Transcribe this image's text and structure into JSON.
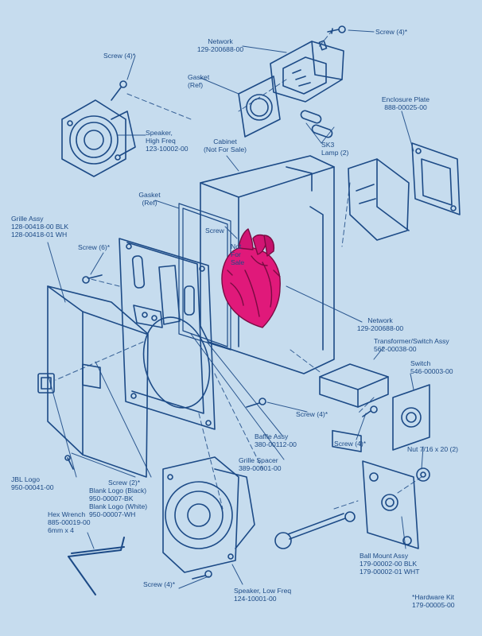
{
  "colors": {
    "background": "#c6dcee",
    "ink": "#1c4a86",
    "heart": "#e0197a",
    "heart_shadow": "#8c0f4e"
  },
  "labels": {
    "screw_top_right": [
      "Screw (4)*"
    ],
    "network_top": [
      "Network",
      "129-200688-00"
    ],
    "screw_top_left": [
      "Screw (4)*"
    ],
    "gasket_top": [
      "Gasket",
      "(Ref)"
    ],
    "enclosure_plate": [
      "Enclosure Plate",
      "888-00025-00"
    ],
    "speaker_high": [
      "Speaker,",
      "High Freq",
      "123-10002-00"
    ],
    "cabinet": [
      "Cabinet",
      "(Not For Sale)"
    ],
    "sk3_lamp": [
      "SK3",
      "Lamp (2)"
    ],
    "gasket_left": [
      "Gasket",
      "(Ref)"
    ],
    "grille_assy": [
      "Grille Assy",
      "128-00418-00 BLK",
      "128-00418-01 WH"
    ],
    "screw_cabinet": [
      "Screw"
    ],
    "screw_6": [
      "Screw (6)*"
    ],
    "not_for_sale": [
      "Not",
      "For",
      "Sale"
    ],
    "network_mid": [
      "Network",
      "129-200688-00"
    ],
    "transformer": [
      "Transformer/Switch Assy",
      "562-00038-00"
    ],
    "switch": [
      "Switch",
      "546-00003-00"
    ],
    "screw_mid": [
      "Screw (4)*"
    ],
    "screw_switch": [
      "Screw (4)*"
    ],
    "baffle": [
      "Baffle Assy",
      "380-00112-00"
    ],
    "grille_spacer": [
      "Grille Spacer",
      "389-00001-00"
    ],
    "nut": [
      "Nut 7/16 x 20 (2)"
    ],
    "jbl_logo": [
      "JBL Logo",
      "950-00041-00"
    ],
    "screw_2": [
      "Screw (2)*"
    ],
    "blank_logo": [
      "Blank Logo (Black)",
      "950-00007-BK",
      "Blank Logo (White)",
      "950-00007-WH"
    ],
    "hex_wrench": [
      "Hex Wrench",
      "885-00019-00",
      "6mm x 4"
    ],
    "ball_mount": [
      "Ball Mount Assy",
      "179-00002-00 BLK",
      "179-00002-01 WHT"
    ],
    "screw_bottom": [
      "Screw (4)*"
    ],
    "speaker_low": [
      "Speaker, Low Freq",
      "124-10001-00"
    ],
    "hardware_kit": [
      "*Hardware Kit",
      "179-00005-00"
    ]
  }
}
